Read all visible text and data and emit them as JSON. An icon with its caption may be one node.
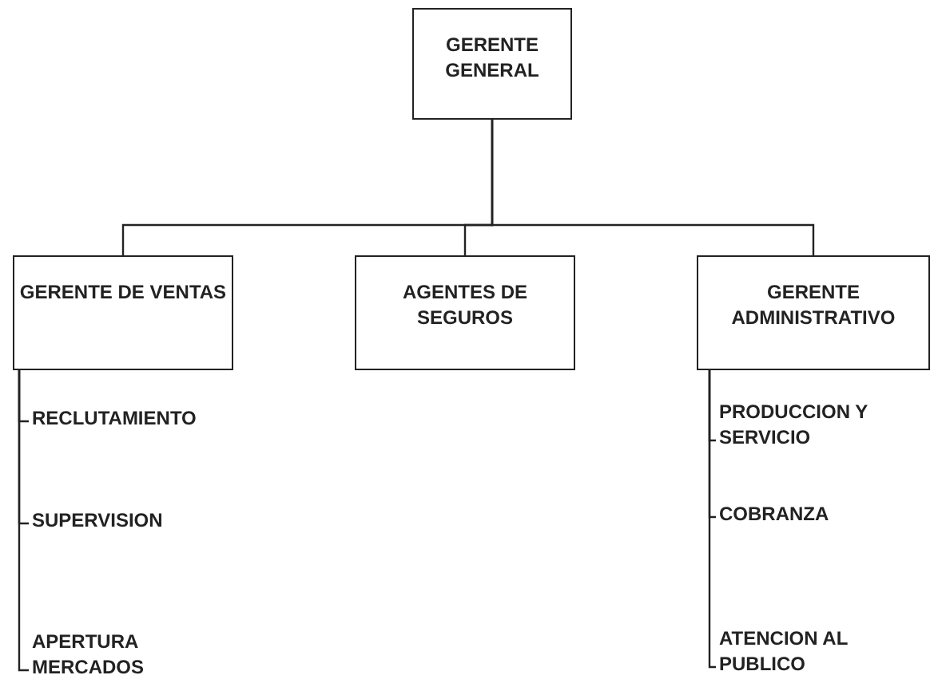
{
  "diagram": {
    "nodes": [
      {
        "text": [
          "GERENTE GENERAL"
        ]
      },
      {
        "text": [
          "GERENTE DE VENTAS"
        ]
      },
      {
        "text": [
          "AGENTES DE SEGUROS"
        ]
      },
      {
        "text": [
          "GERENTE ADMINISTRATIVO"
        ]
      },
      {
        "text": [
          "RECLUTAMIENTO"
        ]
      },
      {
        "text": [
          "SUPERVISION"
        ]
      },
      {
        "text": [
          "APERTURA MERCADOS"
        ]
      },
      {
        "text": [
          "PRODUCCION Y SERVICIO"
        ]
      },
      {
        "text": [
          "COBRANZA"
        ]
      },
      {
        "text": [
          "ATENCION AL PUBLICO"
        ]
      }
    ],
    "edges": [
      {
        "from": 0,
        "to": 1,
        "arrow": "none"
      },
      {
        "from": 0,
        "to": 2,
        "arrow": "none"
      },
      {
        "from": 0,
        "to": 3,
        "arrow": "none"
      },
      {
        "from": 1,
        "to": 4,
        "arrow": "none"
      },
      {
        "from": 1,
        "to": 5,
        "arrow": "none"
      },
      {
        "from": 1,
        "to": 6,
        "arrow": "none"
      },
      {
        "from": 3,
        "to": 7,
        "arrow": "none"
      },
      {
        "from": 3,
        "to": 8,
        "arrow": "none"
      },
      {
        "from": 3,
        "to": 9,
        "arrow": "none"
      }
    ]
  }
}
